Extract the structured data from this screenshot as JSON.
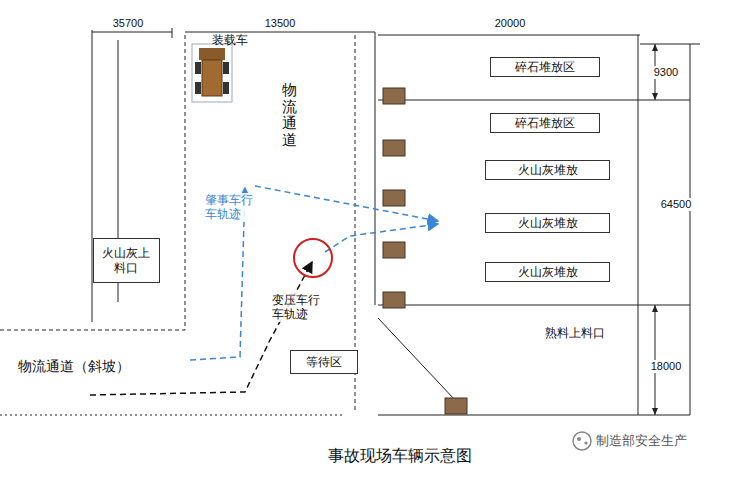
{
  "diagram": {
    "caption": "事故现场车辆示意图",
    "nodes": [
      {
        "text": [
          "碎石堆放区"
        ]
      },
      {
        "text": [
          "碎石堆放区"
        ]
      },
      {
        "text": [
          "火山灰堆放"
        ]
      },
      {
        "text": [
          "火山灰上料口"
        ]
      },
      {
        "text": [
          "火山灰堆放"
        ]
      },
      {
        "text": [
          "火山灰堆放"
        ]
      },
      {
        "text": [
          "等待区"
        ]
      }
    ],
    "labels": [
      "35700",
      "13500",
      "20000",
      "9300",
      "64500",
      "18000",
      "装载车",
      "物流通道",
      "肇事车行车轨迹",
      "变压车行车轨迹",
      "物流通道（斜坡）",
      "熟料上料口",
      "制造部安全生产"
    ]
  }
}
